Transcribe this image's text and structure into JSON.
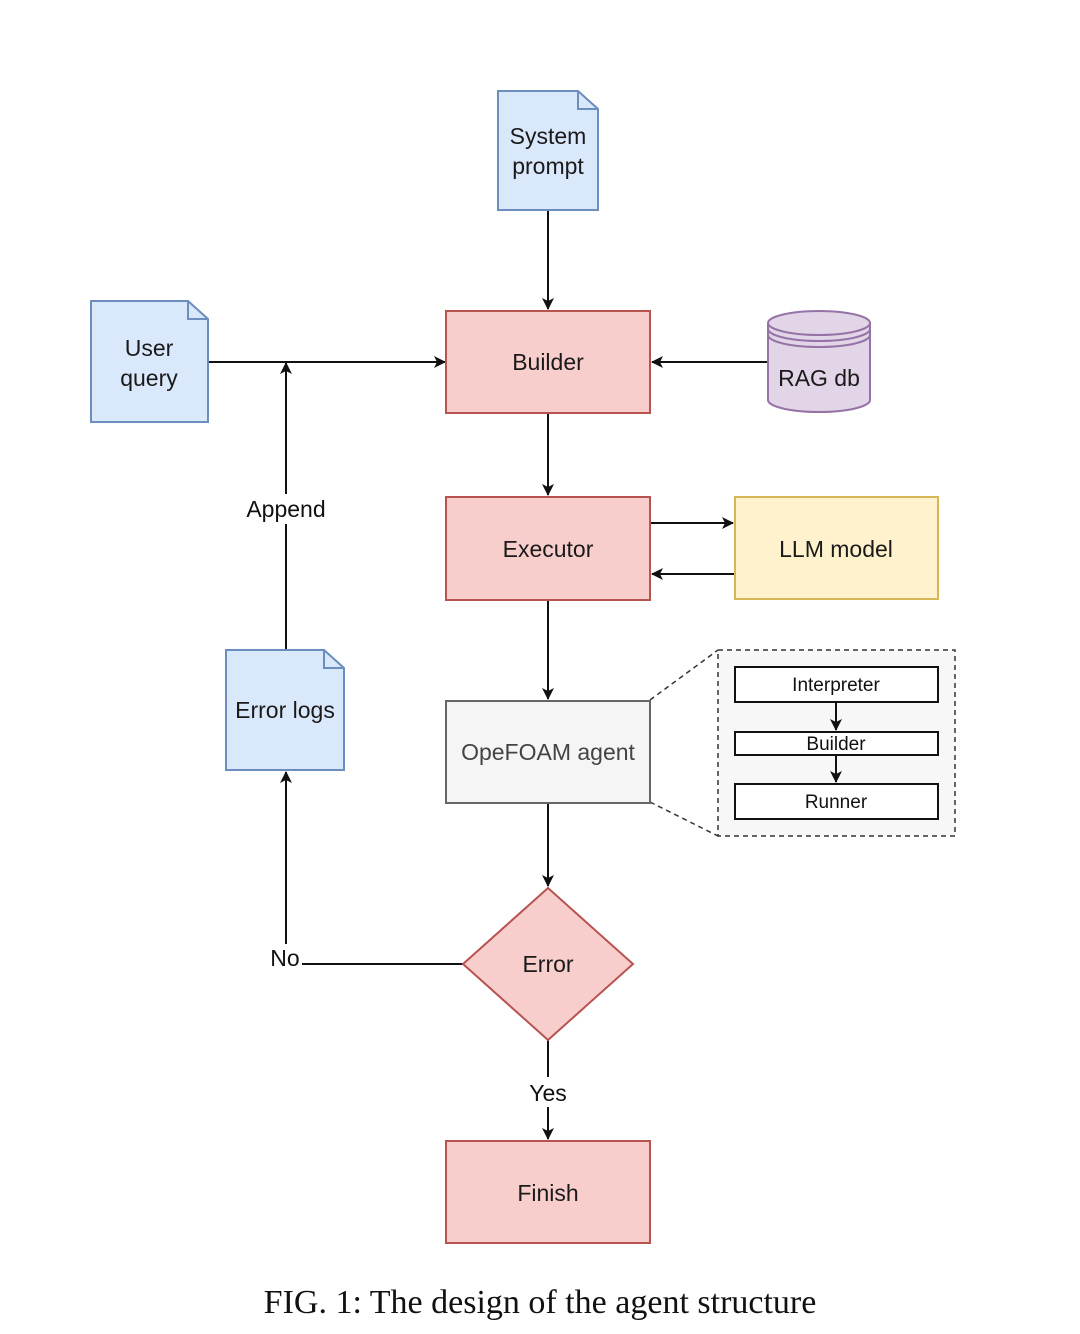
{
  "nodes": {
    "system_prompt": [
      "System",
      "prompt"
    ],
    "user_query": [
      "User",
      "query"
    ],
    "builder": "Builder",
    "rag_db": "RAG db",
    "executor": "Executor",
    "llm_model": "LLM model",
    "error_logs": "Error logs",
    "openfoam_agent": "OpeFOAM agent",
    "interpreter": "Interpreter",
    "sub_builder": "Builder",
    "runner": "Runner",
    "error": "Error",
    "finish": "Finish"
  },
  "edge_labels": {
    "append": "Append",
    "no": "No",
    "yes": "Yes"
  },
  "caption": "FIG. 1: The design of the agent structure",
  "colors": {
    "document_fill": "#dae8fc",
    "document_stroke": "#6c8ebf",
    "process_fill": "#f8cecc",
    "process_stroke": "#b85450",
    "db_fill": "#e1d5e7",
    "db_stroke": "#9673a6",
    "llm_fill": "#fff2cc",
    "llm_stroke": "#d6b656",
    "agent_fill": "#f5f5f5",
    "agent_stroke": "#666666"
  }
}
